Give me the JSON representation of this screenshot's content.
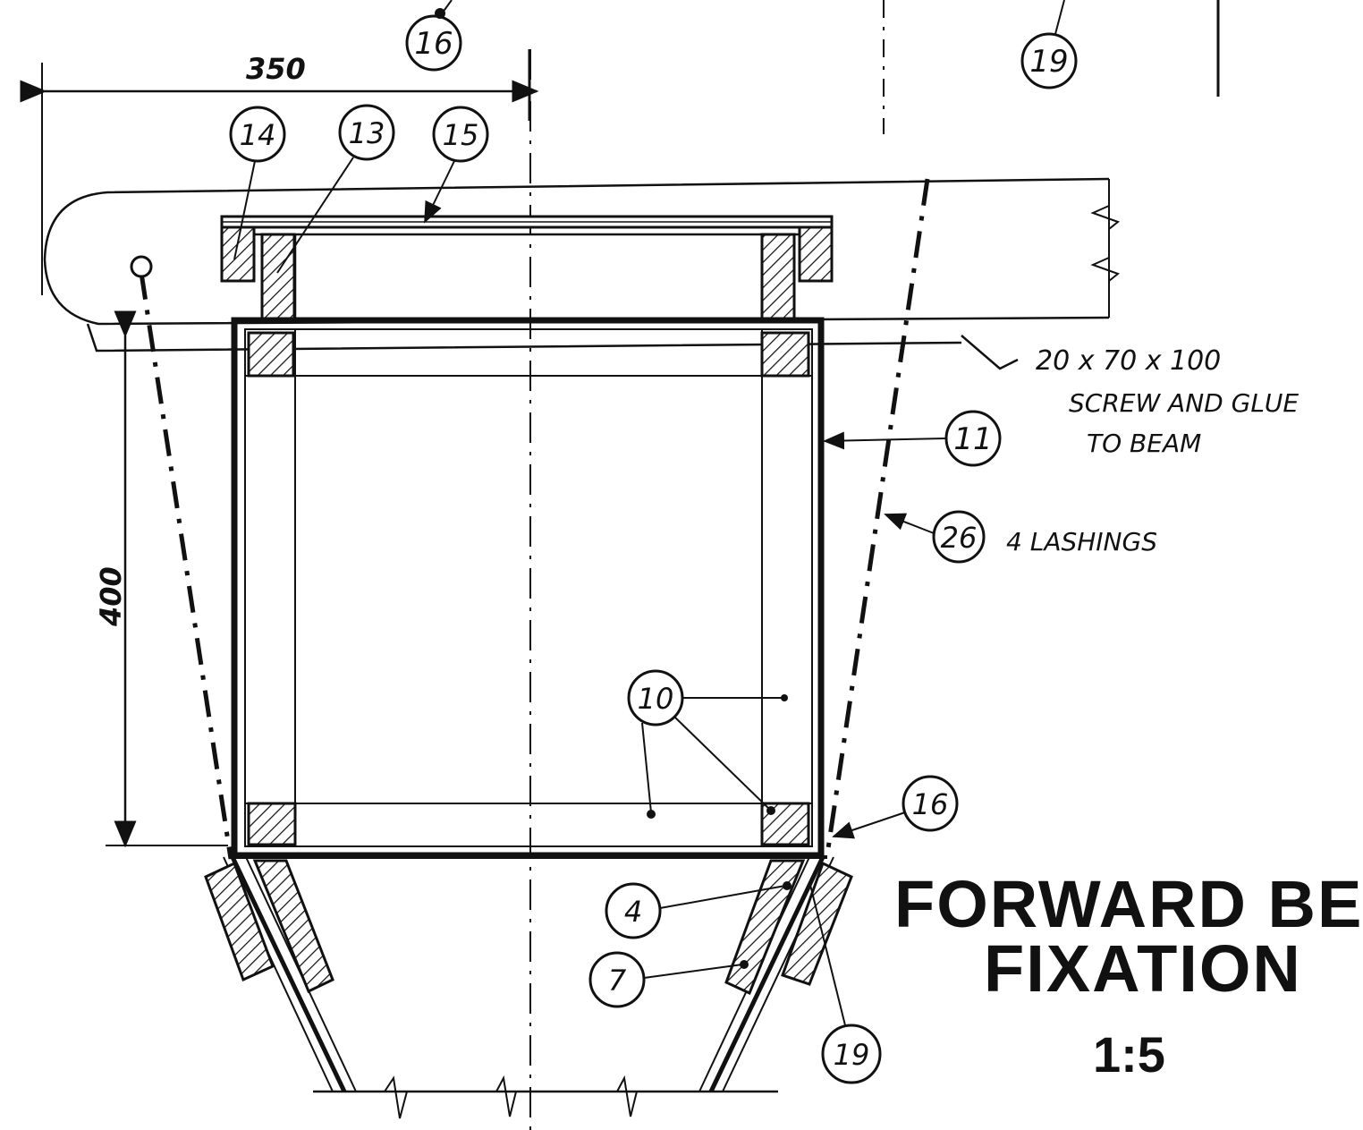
{
  "dimensions": {
    "width": "350",
    "height": "400"
  },
  "balloons": {
    "b16_top": "16",
    "b19_top": "19",
    "b14": "14",
    "b13": "13",
    "b15": "15",
    "b11": "11",
    "b26": "26",
    "b10": "10",
    "b16_bottom": "16",
    "b4": "4",
    "b7": "7",
    "b19_bottom": "19"
  },
  "notes": {
    "block_size": "20 x 70 x 100",
    "screw_line1": "SCREW AND GLUE",
    "screw_line2": "TO BEAM",
    "lashings": "4 LASHINGS"
  },
  "title": {
    "line1": "FORWARD BEA",
    "line2": "FIXATION",
    "scale": "1:5"
  }
}
